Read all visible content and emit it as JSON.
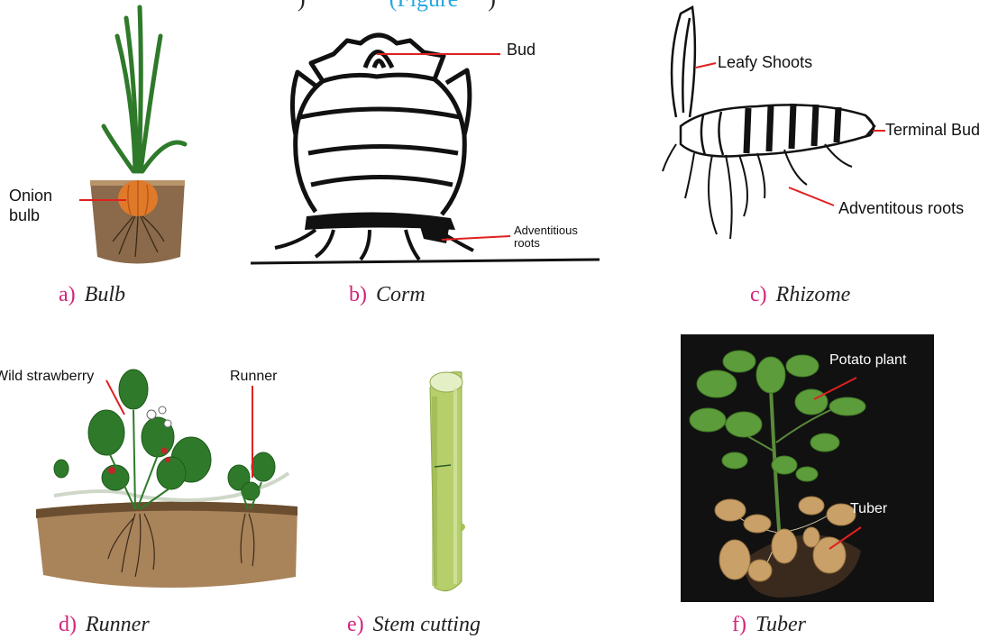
{
  "header": {
    "prefix": ")",
    "link": "(Figure",
    "suffix": ")"
  },
  "panels": {
    "bulb": {
      "letter": "a)",
      "name": "Bulb",
      "labels": {
        "onion_bulb_1": "Onion",
        "onion_bulb_2": "bulb"
      }
    },
    "corm": {
      "letter": "b)",
      "name": "Corm",
      "labels": {
        "bud": "Bud",
        "roots_1": "Adventitious",
        "roots_2": "roots"
      }
    },
    "rhizome": {
      "letter": "c)",
      "name": "Rhizome",
      "labels": {
        "leafy_shoots": "Leafy Shoots",
        "terminal_bud": "Terminal Bud",
        "roots": "Adventitous roots"
      }
    },
    "runner": {
      "letter": "d)",
      "name": "Runner",
      "labels": {
        "wild_strawberry": "Wild strawberry",
        "runner": "Runner"
      }
    },
    "stem_cutting": {
      "letter": "e)",
      "name": "Stem cutting"
    },
    "tuber": {
      "letter": "f)",
      "name": "Tuber",
      "labels": {
        "potato_plant": "Potato plant",
        "tuber": "Tuber"
      }
    }
  },
  "colors": {
    "leader_line": "#e02020",
    "caption_letter": "#d4237a",
    "header_link": "#29a8e0",
    "tuber_background": "#111111",
    "soil": "#8a6a4a",
    "leaf_green": "#2f7a2a",
    "onion_orange": "#e07a2a",
    "stem_green": "#b7cf6a",
    "potato_tan": "#c9a067"
  }
}
